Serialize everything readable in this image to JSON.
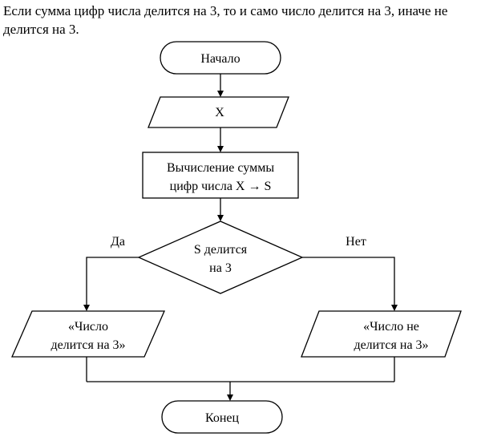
{
  "intro_text": "Если сумма цифр числа делится на 3, то и само число делится на 3, иначе не делится на 3.",
  "flowchart": {
    "start_label": "Начало",
    "input_label": "X",
    "process_lines": [
      "Вычисление суммы",
      "цифр числа X → S"
    ],
    "decision_lines": [
      "S делится",
      "на 3"
    ],
    "yes_label": "Да",
    "no_label": "Нет",
    "output_yes_lines": [
      "«Число",
      "делится на 3»"
    ],
    "output_no_lines": [
      "«Число не",
      "делится на 3»"
    ],
    "end_label": "Конец"
  }
}
